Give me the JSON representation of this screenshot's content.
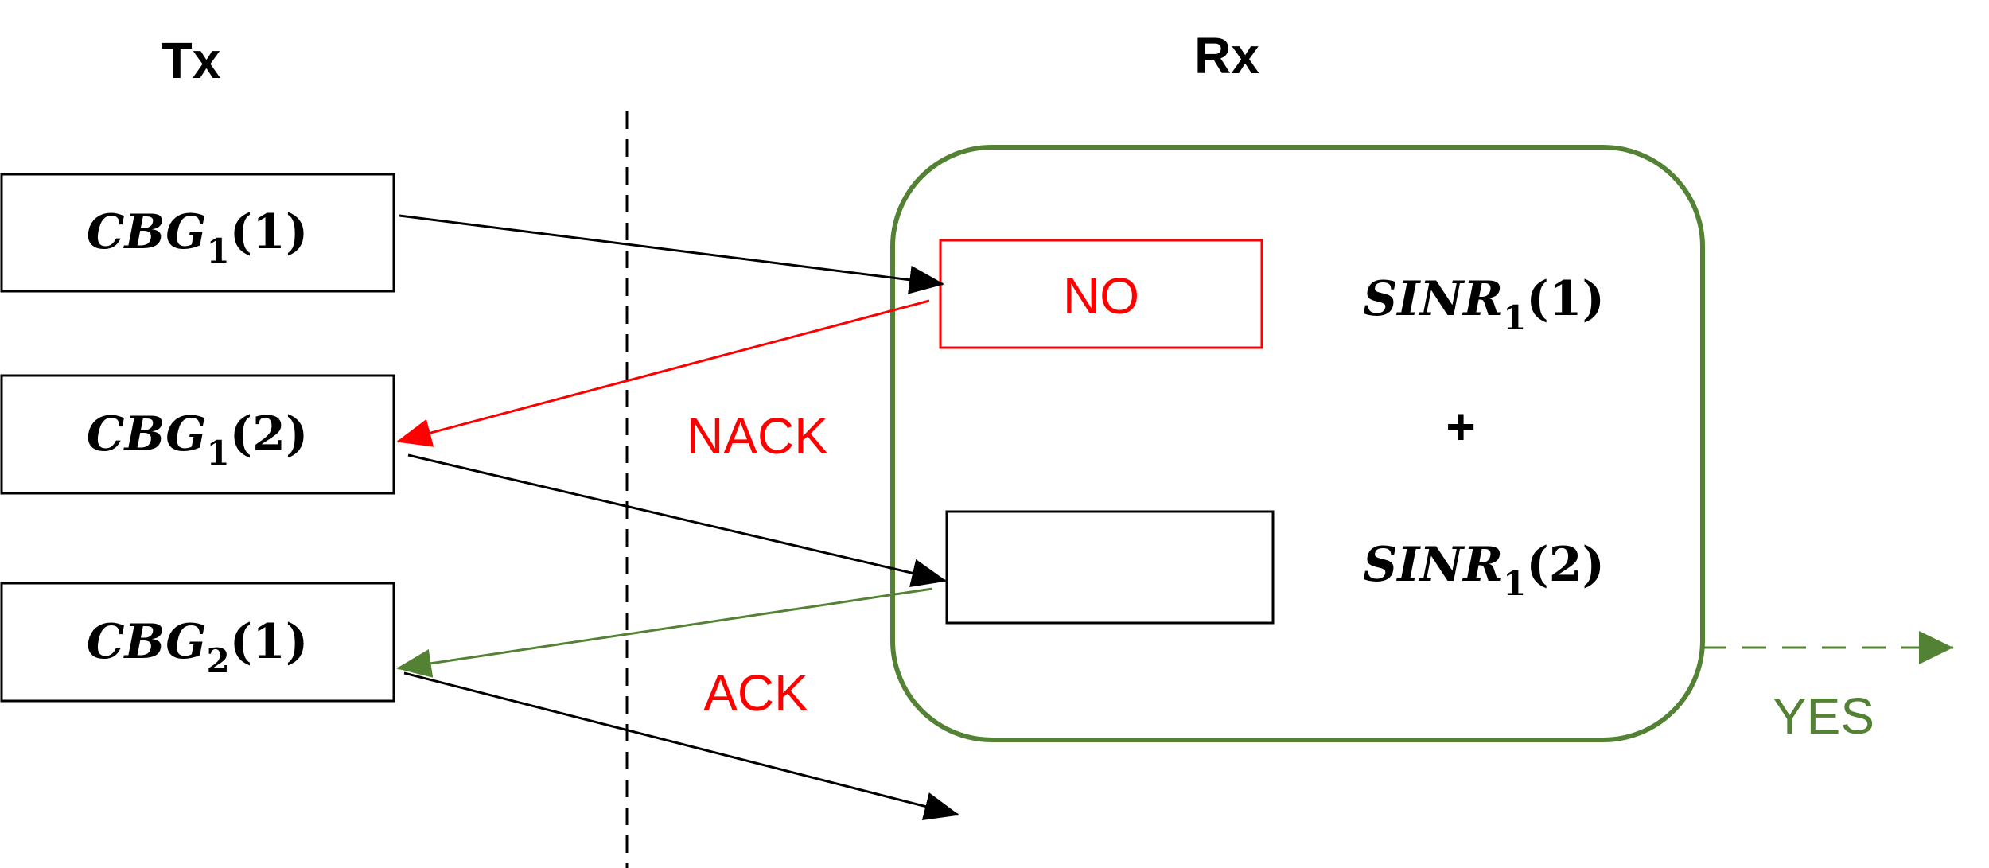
{
  "headings": {
    "tx": "Tx",
    "rx": "Rx"
  },
  "colors": {
    "nack": "#ff0000",
    "ack": "#548235",
    "data": "#000000",
    "rx_boundary": "#548235"
  },
  "tx_blocks": [
    {
      "base": "CBG",
      "sub": "1",
      "arg": "(1)"
    },
    {
      "base": "CBG",
      "sub": "1",
      "arg": "(2)"
    },
    {
      "base": "CBG",
      "sub": "2",
      "arg": "(1)"
    }
  ],
  "rx": {
    "decode_result_1": "NO",
    "decode_result_2": "",
    "sinr_terms": [
      {
        "base": "SINR",
        "sub": "1",
        "arg": "(1)"
      },
      {
        "base": "SINR",
        "sub": "1",
        "arg": "(2)"
      }
    ],
    "operator": "+"
  },
  "feedback": {
    "nack": "NACK",
    "ack": "ACK"
  },
  "outcome": {
    "yes": "YES"
  }
}
